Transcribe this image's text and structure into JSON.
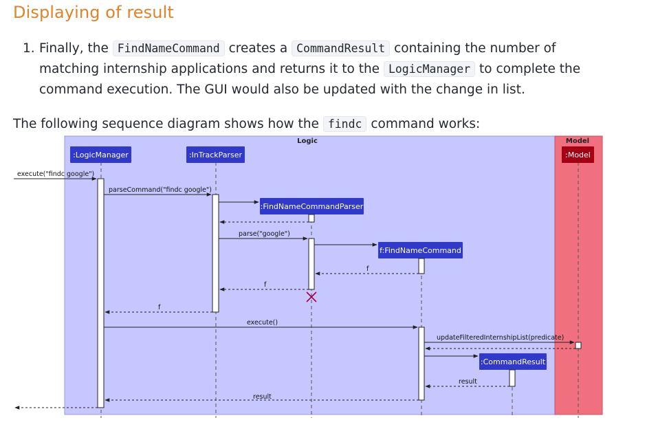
{
  "section": {
    "heading": "Displaying of result"
  },
  "step": {
    "number": "1.",
    "parts": [
      "Finally, the ",
      "FindNameCommand",
      " creates a ",
      "CommandResult",
      " containing the number of matching internship applications and returns it to the ",
      "LogicManager",
      " to complete the command execution. The GUI would also be updated with the change in list."
    ]
  },
  "intro": {
    "before": "The following sequence diagram shows how the ",
    "code": "findc",
    "after": " command works:"
  },
  "diagram": {
    "boxes": {
      "logic": "Logic",
      "model": "Model"
    },
    "participants": {
      "logic_manager": ":LogicManager",
      "parser": ":InTrackParser",
      "find_parser": ":FindNameCommandParser",
      "find_command": "f:FindNameCommand",
      "command_result": ":CommandResult",
      "model": ":Model"
    },
    "messages": {
      "execute_in": "execute(\"findc google\")",
      "parse_command": "parseCommand(\"findc google\")",
      "parse": "parse(\"google\")",
      "return_f1": "f",
      "return_f2": "f",
      "return_f3": "f",
      "execute": "execute()",
      "update": "updateFilteredInternshipList(predicate)",
      "result1": "result",
      "result2": "result"
    },
    "colors": {
      "logic_bg": "#c7c7ff",
      "model_bg": "#f07080",
      "participant_blue": "#3039c9",
      "participant_red": "#a40014",
      "arrow": "#222222"
    }
  }
}
